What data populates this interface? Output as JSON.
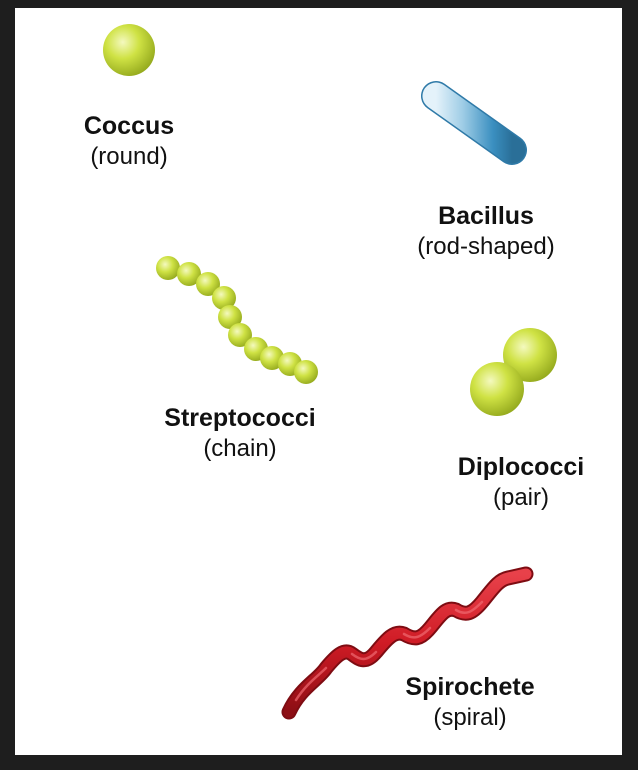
{
  "bacteria": [
    {
      "key": "coccus",
      "name": "Coccus",
      "description": "(round)"
    },
    {
      "key": "bacillus",
      "name": "Bacillus",
      "description": "(rod-shaped)"
    },
    {
      "key": "streptococci",
      "name": "Streptococci",
      "description": "(chain)"
    },
    {
      "key": "diplococci",
      "name": "Diplococci",
      "description": "(pair)"
    },
    {
      "key": "spirochete",
      "name": "Spirochete",
      "description": "(spiral)"
    }
  ],
  "colors": {
    "cocci_fill": "#c8dc3a",
    "cocci_highlight": "#f2f8b0",
    "cocci_shadow": "#8ea21a",
    "bacillus_fill": "#3e95c4",
    "bacillus_highlight": "#d6ecf8",
    "spirochete_fill": "#d21f2a",
    "spirochete_dark": "#8a0e14",
    "background": "#ffffff",
    "frame": "#1e1e1e"
  }
}
